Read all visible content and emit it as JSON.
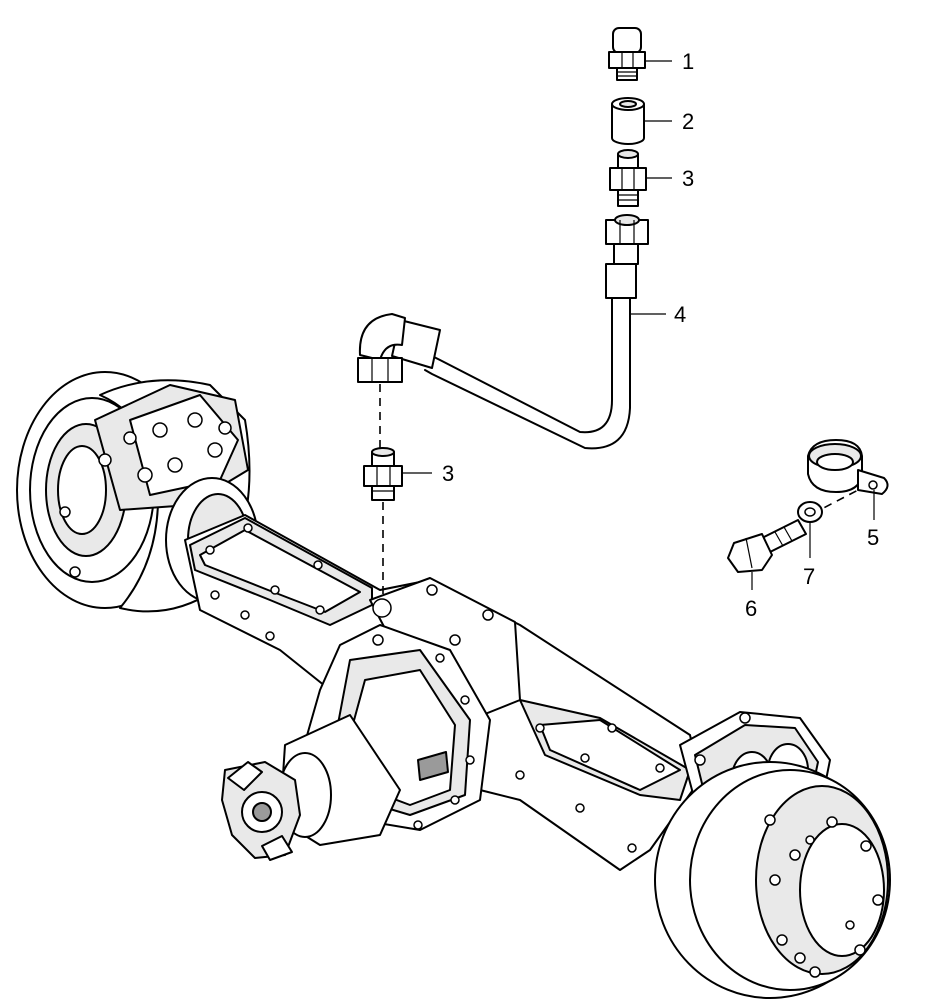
{
  "callouts": [
    {
      "id": "c1",
      "label": "1"
    },
    {
      "id": "c2",
      "label": "2"
    },
    {
      "id": "c3a",
      "label": "3"
    },
    {
      "id": "c4",
      "label": "4"
    },
    {
      "id": "c3b",
      "label": "3"
    },
    {
      "id": "c5",
      "label": "5"
    },
    {
      "id": "c7",
      "label": "7"
    },
    {
      "id": "c6",
      "label": "6"
    }
  ]
}
